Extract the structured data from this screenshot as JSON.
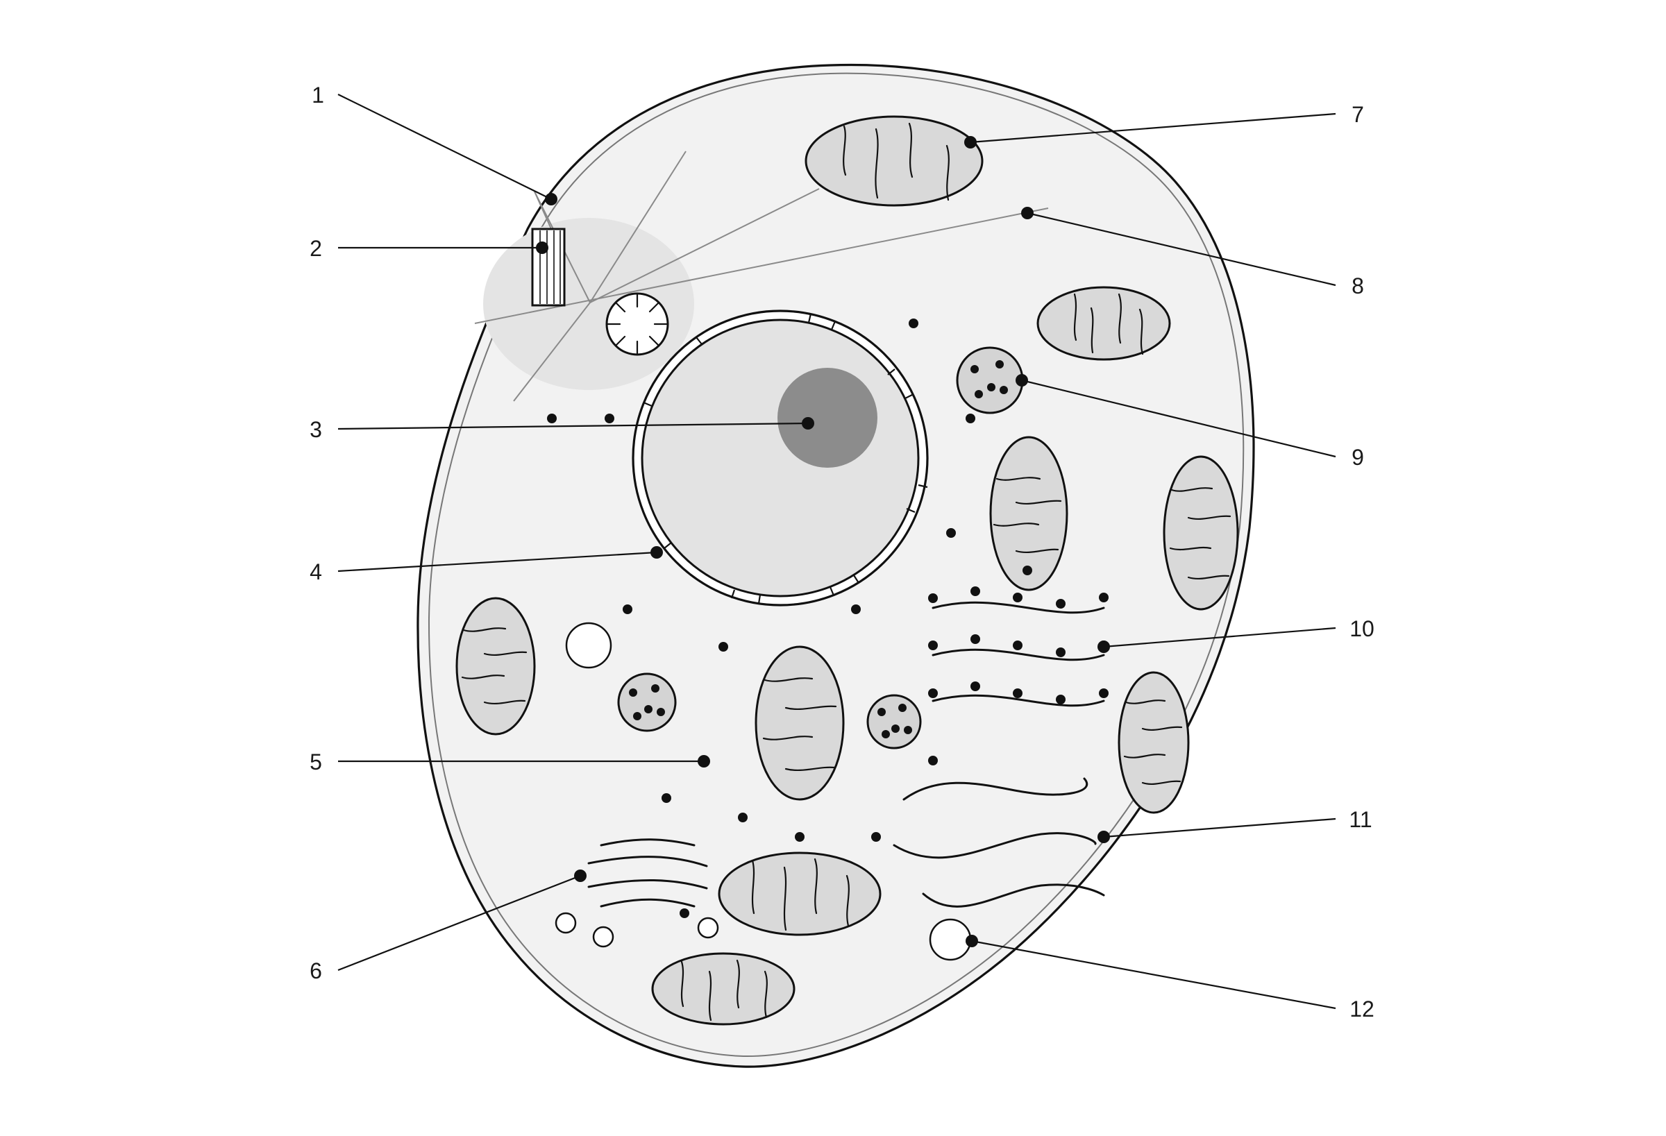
{
  "labels": [
    {
      "id": "1",
      "text": "1"
    },
    {
      "id": "2",
      "text": "2"
    },
    {
      "id": "3",
      "text": "3"
    },
    {
      "id": "4",
      "text": "4"
    },
    {
      "id": "5",
      "text": "5"
    },
    {
      "id": "6",
      "text": "6"
    },
    {
      "id": "7",
      "text": "7"
    },
    {
      "id": "8",
      "text": "8"
    },
    {
      "id": "9",
      "text": "9"
    },
    {
      "id": "10",
      "text": "10"
    },
    {
      "id": "11",
      "text": "11"
    },
    {
      "id": "12",
      "text": "12"
    }
  ],
  "colors": {
    "cytoplasm": "#f2f2f2",
    "nucleus": "#e3e3e3",
    "nucleolus": "#8c8c8c",
    "organelle": "#d9d9d9",
    "outline": "#111111",
    "centrosome_region": "#e4e4e4"
  }
}
